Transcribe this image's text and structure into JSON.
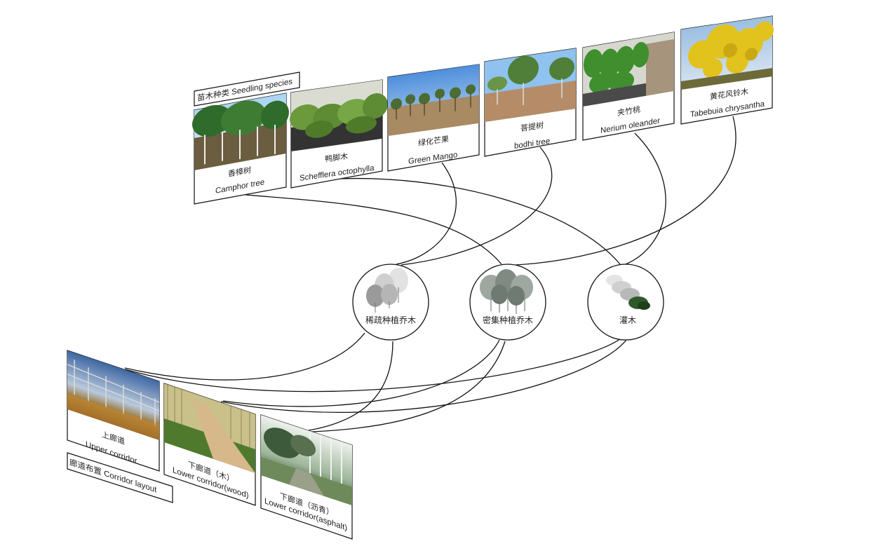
{
  "seedling_section": {
    "title": "苗木种类  Seedling species"
  },
  "corridor_section": {
    "title": "廊道布置  Corridor layout"
  },
  "seedlings": [
    {
      "zh": "香樟树",
      "en": "Camphor tree",
      "photo_palette": [
        "#cfe6f5",
        "#2f6b2a",
        "#7a6a4a"
      ]
    },
    {
      "zh": "鸭脚木",
      "en": "Schefflera octophylla",
      "photo_palette": [
        "#d8dcd0",
        "#5c8a3a",
        "#3b3b3b"
      ]
    },
    {
      "zh": "绿化芒果",
      "en": "Green Mango",
      "photo_palette": [
        "#7fb3e6",
        "#4d6b34",
        "#a88a63"
      ]
    },
    {
      "zh": "菩提树",
      "en": "bodhi tree",
      "photo_palette": [
        "#8fc2ee",
        "#4f7f38",
        "#b58c67"
      ]
    },
    {
      "zh": "夹竹桃",
      "en": "Nerium oleander",
      "photo_palette": [
        "#d6d8cf",
        "#3f8f2f",
        "#8a7a66"
      ]
    },
    {
      "zh": "黄花风铃木",
      "en": "Tabebuia chrysantha",
      "photo_palette": [
        "#bcd3ea",
        "#e2c21c",
        "#6d6a3a"
      ]
    }
  ],
  "categories": [
    {
      "label": "稀疏种植乔木"
    },
    {
      "label": "密集种植乔木"
    },
    {
      "label": "灌木"
    }
  ],
  "corridors": [
    {
      "zh": "上廊道",
      "en": "Upper corridor",
      "photo_palette": [
        "#5a7fae",
        "#8a6a3a",
        "#c98a2e"
      ]
    },
    {
      "zh": "下廊道（木）",
      "en": "Lower corridor(wood)",
      "photo_palette": [
        "#c9c08a",
        "#d6b88a",
        "#4f7a2e"
      ]
    },
    {
      "zh": "下廊道（沥青）",
      "en": "Lower corridor(asphalt)",
      "photo_palette": [
        "#dfe8df",
        "#3d5a3a",
        "#8aa07a"
      ]
    }
  ]
}
